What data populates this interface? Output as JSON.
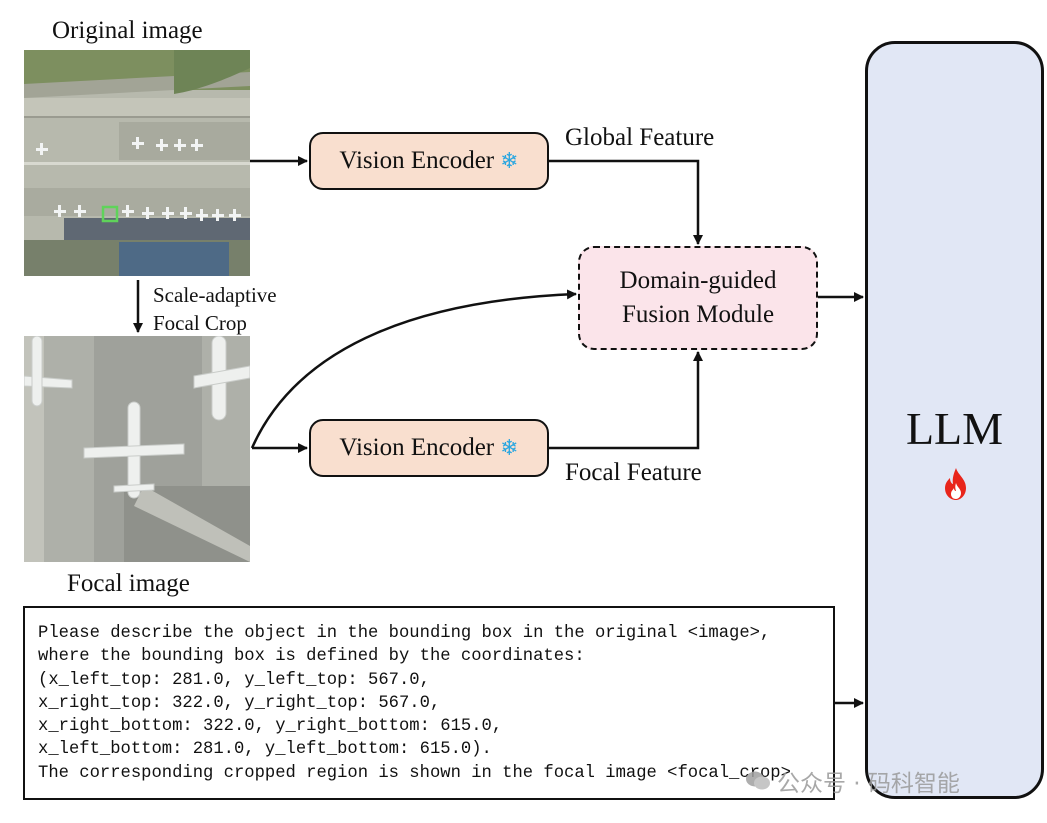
{
  "labels": {
    "original_image": "Original image",
    "focal_image": "Focal image",
    "crop_line1": "Scale-adaptive",
    "crop_line2": "Focal Crop",
    "global_feature": "Global Feature",
    "focal_feature": "Focal Feature"
  },
  "encoders": [
    {
      "label": "Vision Encoder",
      "icon": "snowflake-icon"
    },
    {
      "label": "Vision Encoder",
      "icon": "snowflake-icon"
    }
  ],
  "fusion": {
    "line1": "Domain-guided",
    "line2": "Fusion Module"
  },
  "llm": {
    "label": "LLM",
    "icon": "fire-icon"
  },
  "prompt": {
    "lines": [
      "Please describe the object in the bounding box in the original <image>,",
      "where the bounding box is defined by the coordinates:",
      "(x_left_top: 281.0, y_left_top: 567.0,",
      "x_right_top: 322.0, y_right_top: 567.0,",
      "x_right_bottom: 322.0, y_right_bottom: 615.0,",
      "x_left_bottom: 281.0, y_left_bottom: 615.0).",
      "The corresponding cropped region is shown in the focal image <focal_crop>"
    ]
  },
  "watermark": "公众号 · 码科智能",
  "colors": {
    "encoder_fill": "#f9dfcf",
    "fusion_fill": "#fbe4ea",
    "llm_fill": "#e1e7f5",
    "snowflake": "#2aa6e0",
    "flame": "#e8251b",
    "bbox_highlight": "#5fd35a"
  }
}
